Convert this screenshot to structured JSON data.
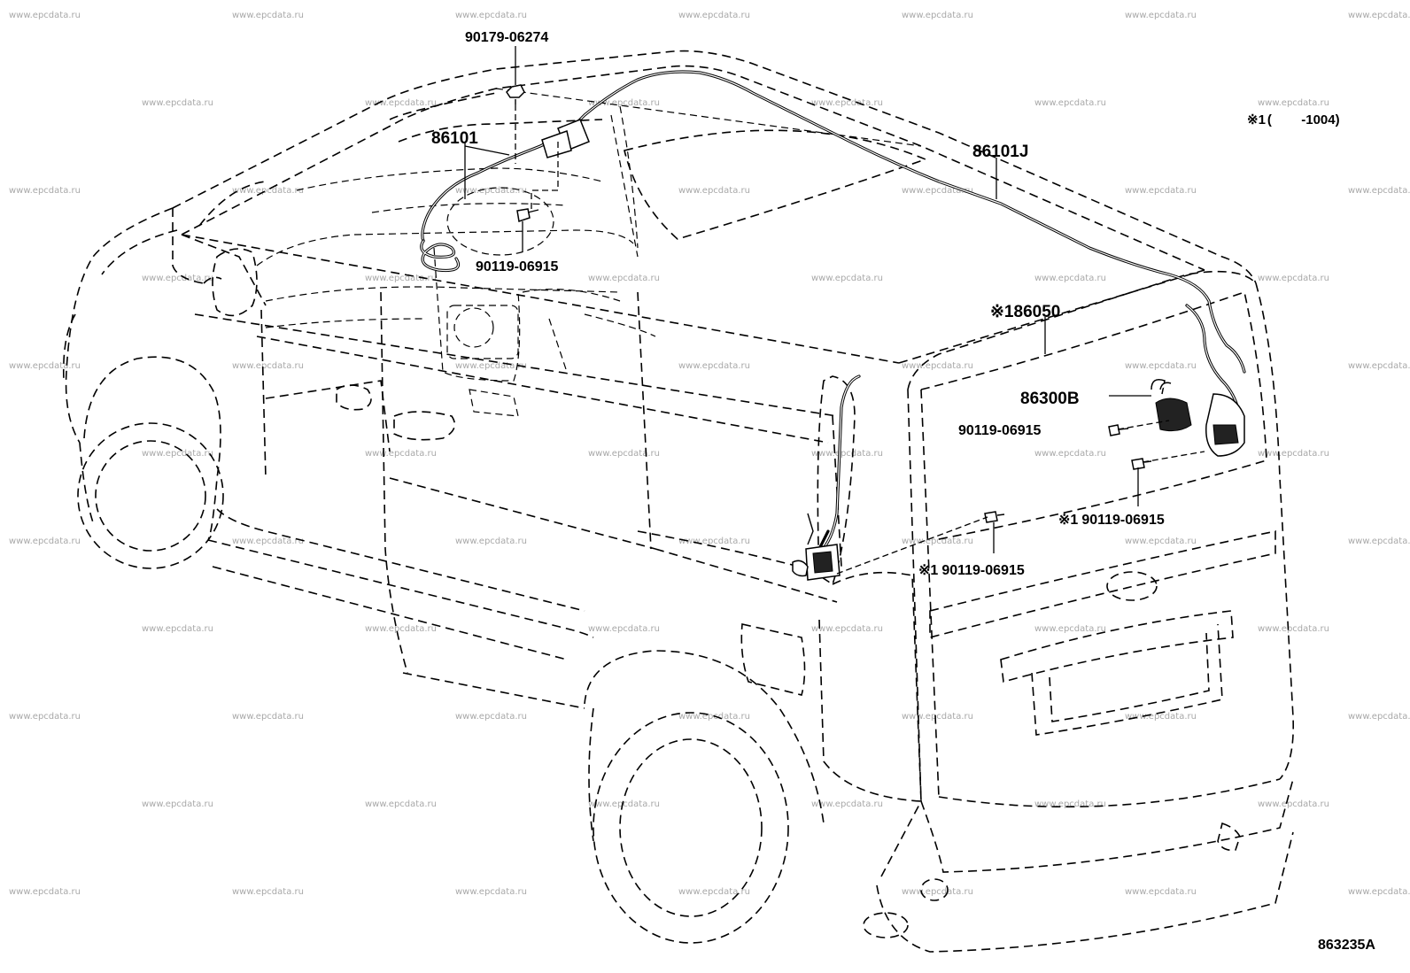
{
  "watermark": "www.epcdata.ru",
  "figure_code": "863235A",
  "note": {
    "mark": "※1",
    "text": "(        -1004)"
  },
  "callouts": [
    {
      "id": "c1",
      "mark": "",
      "text": "90179-06274"
    },
    {
      "id": "c2",
      "mark": "",
      "text": "86101"
    },
    {
      "id": "c3",
      "mark": "",
      "text": "90119-06915"
    },
    {
      "id": "c4",
      "mark": "",
      "text": "86101J"
    },
    {
      "id": "c5",
      "mark": "※1",
      "text": "86050"
    },
    {
      "id": "c6",
      "mark": "",
      "text": "86300B"
    },
    {
      "id": "c7",
      "mark": "",
      "text": "90119-06915"
    },
    {
      "id": "c8",
      "mark": "※1",
      "text": "90119-06915"
    },
    {
      "id": "c9",
      "mark": "※1",
      "text": "90119-06915"
    }
  ]
}
